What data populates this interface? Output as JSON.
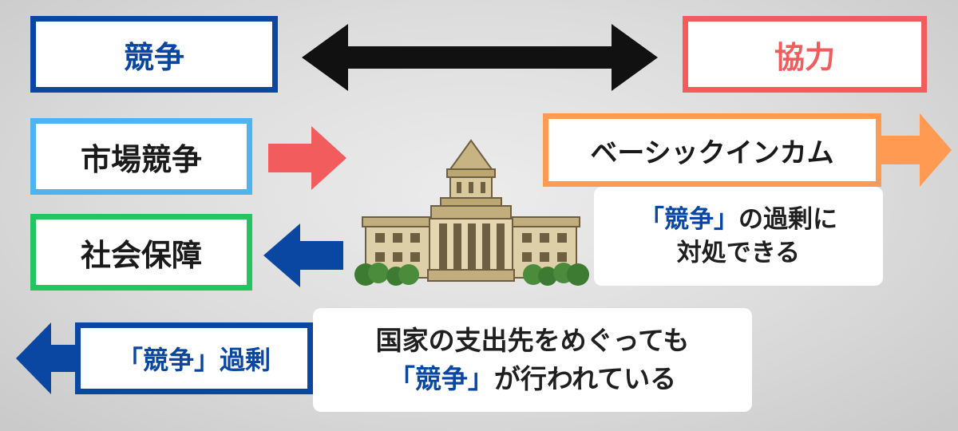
{
  "top": {
    "left_label": "競争",
    "right_label": "協力"
  },
  "left": {
    "market_label": "市場競争",
    "welfare_label": "社会保障"
  },
  "right": {
    "bi_label": "ベーシックインカム",
    "note": {
      "quote_open": "「",
      "quote_word": "競争",
      "quote_close": "」",
      "rest1": "の過剰に",
      "line2": "対処できる"
    }
  },
  "bottom": {
    "excess": {
      "quote_open": "「",
      "quote_word": "競争",
      "quote_close": "」",
      "rest": "過剰"
    },
    "note": {
      "line1": "国家の支出先をめぐっても",
      "quote_open": "「",
      "quote_word": "競争",
      "quote_close": "」",
      "rest2": "が行われている"
    }
  },
  "colors": {
    "competition": "#0a47a3",
    "cooperation": "#f25c5c",
    "market": "#4db4f0",
    "welfare": "#22c55e",
    "basic_income": "#ff9a52",
    "arrow_red": "#f25c5c",
    "arrow_blue": "#0a47a3"
  },
  "icons": [
    "double-arrow-icon",
    "right-arrow-icon",
    "left-arrow-icon",
    "diet-building-icon"
  ]
}
